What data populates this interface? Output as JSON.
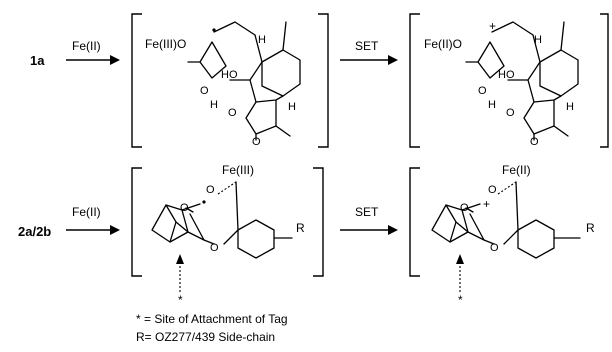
{
  "row1": {
    "start": "1a",
    "reagent": "Fe(II)",
    "step": "SET",
    "left_group": "Fe(III)O",
    "right_group": "Fe(II)O",
    "labels": {
      "ho": "HO",
      "h_top": "H",
      "h_right": "H",
      "h_left": "H",
      "o_ring": "O",
      "o_carbonyl": "O",
      "o_lower": "O",
      "o_lower2": "O"
    }
  },
  "row2": {
    "start": "2a/2b",
    "reagent": "Fe(II)",
    "step": "SET",
    "left_metal": "Fe(III)",
    "right_metal": "Fe(II)",
    "r_group": "R",
    "o_label": "O",
    "star": "*"
  },
  "legend": {
    "line1": "* = Site of Attachment of Tag",
    "line2": "R= OZ277/439 Side-chain"
  }
}
